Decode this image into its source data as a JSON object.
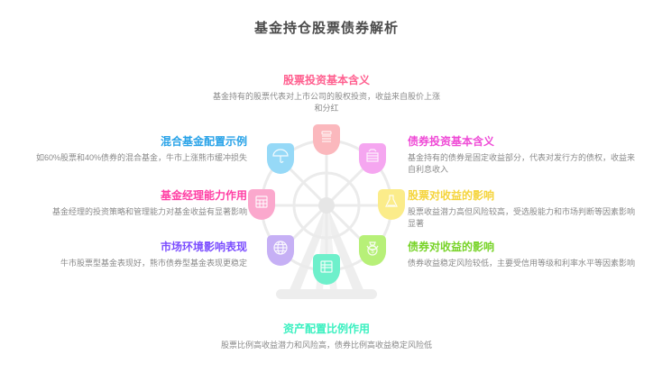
{
  "page": {
    "title": "基金持仓股票债券解析",
    "background_color": "#ffffff"
  },
  "blocks": {
    "stock_basic": {
      "title": "股票投资基本含义",
      "body": "基金持有的股票代表对上市公司的股权投资，收益来自股价上涨和分红",
      "color": "#ff5f8f",
      "position": "top"
    },
    "mixed_fund": {
      "title": "混合基金配置示例",
      "body": "如60%股票和40%债券的混合基金，牛市上涨熊市缓冲损失",
      "color": "#29a3e8",
      "position": "left-1"
    },
    "manager_ability": {
      "title": "基金经理能力作用",
      "body": "基金经理的投资策略和管理能力对基金收益有显著影响",
      "color": "#ff3fa4",
      "position": "left-2"
    },
    "market_environment": {
      "title": "市场环境影响表现",
      "body": "牛市股票型基金表现好，熊市债券型基金表现更稳定",
      "color": "#7b4dff",
      "position": "left-3"
    },
    "bond_basic": {
      "title": "债券投资基本含义",
      "body": "基金持有的债券是固定收益部分，代表对发行方的债权，收益来自利息收入",
      "color": "#ef4bd6",
      "position": "right-1"
    },
    "stock_yield": {
      "title": "股票对收益的影响",
      "body": "股票收益潜力高但风险较高，受选股能力和市场判断等因素影响显著",
      "color": "#f5d43c",
      "position": "right-2"
    },
    "bond_yield": {
      "title": "债券对收益的影响",
      "body": "债券收益稳定风险较低，主要受信用等级和利率水平等因素影响",
      "color": "#77d327",
      "position": "right-3"
    },
    "allocation_ratio": {
      "title": "资产配置比例作用",
      "body": "股票比例高收益潜力和风险高，债券比例高收益稳定风险低",
      "color": "#3bf0c0",
      "position": "bottom"
    }
  },
  "wheel": {
    "frame_color": "#e8e8e8",
    "rim_color": "#ededed",
    "cabins": [
      {
        "id": "cabin-top",
        "icon": "factory-icon",
        "color": "#fbb8bd",
        "stroke": "#f7a2a8",
        "angle": 90
      },
      {
        "id": "cabin-upper-right",
        "icon": "money-bag-icon",
        "color": "#f5a6f0",
        "stroke": "#ef8fe9",
        "angle": 45
      },
      {
        "id": "cabin-right",
        "icon": "flask-icon",
        "color": "#fbec8a",
        "stroke": "#f6e268",
        "angle": 0
      },
      {
        "id": "cabin-lower-right",
        "icon": "coin-bag-icon",
        "color": "#b7f078",
        "stroke": "#a5ea5e",
        "angle": -45
      },
      {
        "id": "cabin-bottom",
        "icon": "chart-icon",
        "color": "#6ef0cb",
        "stroke": "#4fe9bd",
        "angle": -90
      },
      {
        "id": "cabin-lower-left",
        "icon": "globe-icon",
        "color": "#c6b0f5",
        "stroke": "#b49bf0",
        "angle": -135
      },
      {
        "id": "cabin-left",
        "icon": "calendar-icon",
        "color": "#fba8cd",
        "stroke": "#f890c0",
        "angle": 180
      },
      {
        "id": "cabin-upper-left",
        "icon": "umbrella-icon",
        "color": "#96d9f7",
        "stroke": "#79cdf4",
        "angle": 135
      }
    ]
  }
}
